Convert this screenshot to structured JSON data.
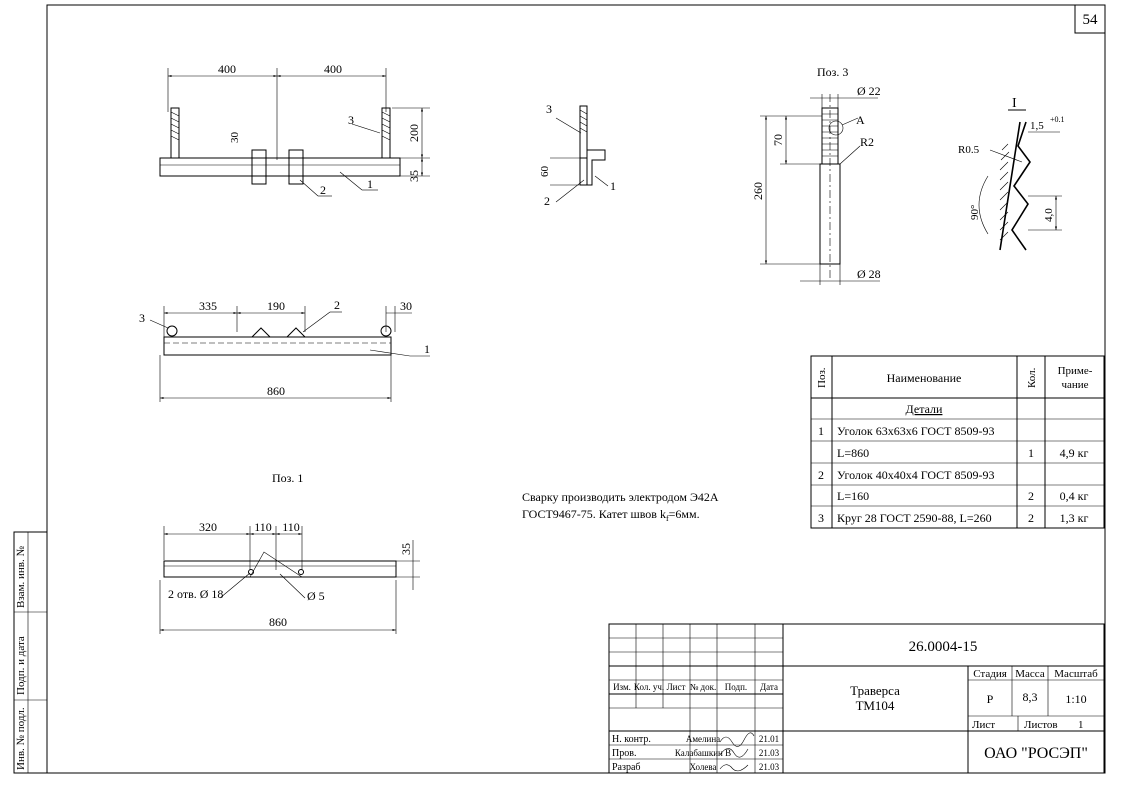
{
  "sheet_number": "54",
  "views": {
    "top": {
      "dim_left": "400",
      "dim_right": "400",
      "dim_30": "30",
      "dim_200": "200",
      "dim_35": "35",
      "label_3": "3",
      "label_2": "2",
      "label_1": "1"
    },
    "plan": {
      "dim_335": "335",
      "dim_190": "190",
      "dim_30": "30",
      "dim_860": "860",
      "label_3": "3",
      "label_2": "2",
      "label_1": "1"
    },
    "side": {
      "dim_60": "60",
      "label_3": "3",
      "label_2": "2",
      "label_1": "1"
    },
    "pos3": {
      "title": "Поз. 3",
      "dia_22": "Ø 22",
      "dia_28": "Ø 28",
      "dim_70": "70",
      "dim_260": "260",
      "label_a": "A",
      "label_r2": "R2"
    },
    "detail_a": {
      "title": "I",
      "dim_15": "1,5",
      "tol": "+0.1",
      "r05": "R0.5",
      "angle": "90°",
      "dim_40": "4,0"
    },
    "pos1": {
      "title": "Поз. 1",
      "dim_320": "320",
      "dim_110a": "110",
      "dim_110b": "110",
      "dim_35": "35",
      "holes": "2 отв. Ø 18",
      "dia5": "Ø 5",
      "dim_860": "860"
    }
  },
  "note": {
    "line1": "Сварку производить электродом Э42А",
    "line2": "ГОСТ9467-75. Катет швов k",
    "sub": "f",
    "line2_end": "=6мм."
  },
  "spec_table": {
    "headers": {
      "pos": "Поз.",
      "name": "Наименование",
      "qty": "Кол.",
      "note": "Приме-\nчание"
    },
    "section": "Детали",
    "rows": [
      {
        "pos": "1",
        "name": "Уголок 63х63х6 ГОСТ 8509-93",
        "qty": "",
        "note": ""
      },
      {
        "pos": "",
        "name": "L=860",
        "qty": "1",
        "note": "4,9 кг"
      },
      {
        "pos": "2",
        "name": "Уголок 40х40х4 ГОСТ 8509-93",
        "qty": "",
        "note": ""
      },
      {
        "pos": "",
        "name": "L=160",
        "qty": "2",
        "note": "0,4 кг"
      },
      {
        "pos": "3",
        "name": "Круг 28 ГОСТ 2590-88, L=260",
        "qty": "2",
        "note": "1,3 кг"
      }
    ]
  },
  "title_block": {
    "doc_code": "26.0004-15",
    "part_name_1": "Траверса",
    "part_name_2": "ТМ104",
    "stage_label": "Стадия",
    "mass_label": "Масса",
    "scale_label": "Масштаб",
    "stage": "Р",
    "mass": "8,3",
    "scale": "1:10",
    "sheet_label": "Лист",
    "sheets_label": "Листов",
    "sheets": "1",
    "org": "ОАО \"РОСЭП\"",
    "col_headers": [
      "Изм.",
      "Кол. уч.",
      "Лист",
      "№ док.",
      "Подп.",
      "Дата"
    ],
    "roles": [
      {
        "role": "Н. контр.",
        "name": "Амелина",
        "date": "21.01"
      },
      {
        "role": "Пров.",
        "name": "Калабашкин В",
        "date": "21.03"
      },
      {
        "role": "Разраб",
        "name": "Холева",
        "date": "21.03"
      }
    ]
  },
  "side_stamps": [
    "Взам. инв. №",
    "Подп. и дата",
    "Инв. № подл."
  ]
}
